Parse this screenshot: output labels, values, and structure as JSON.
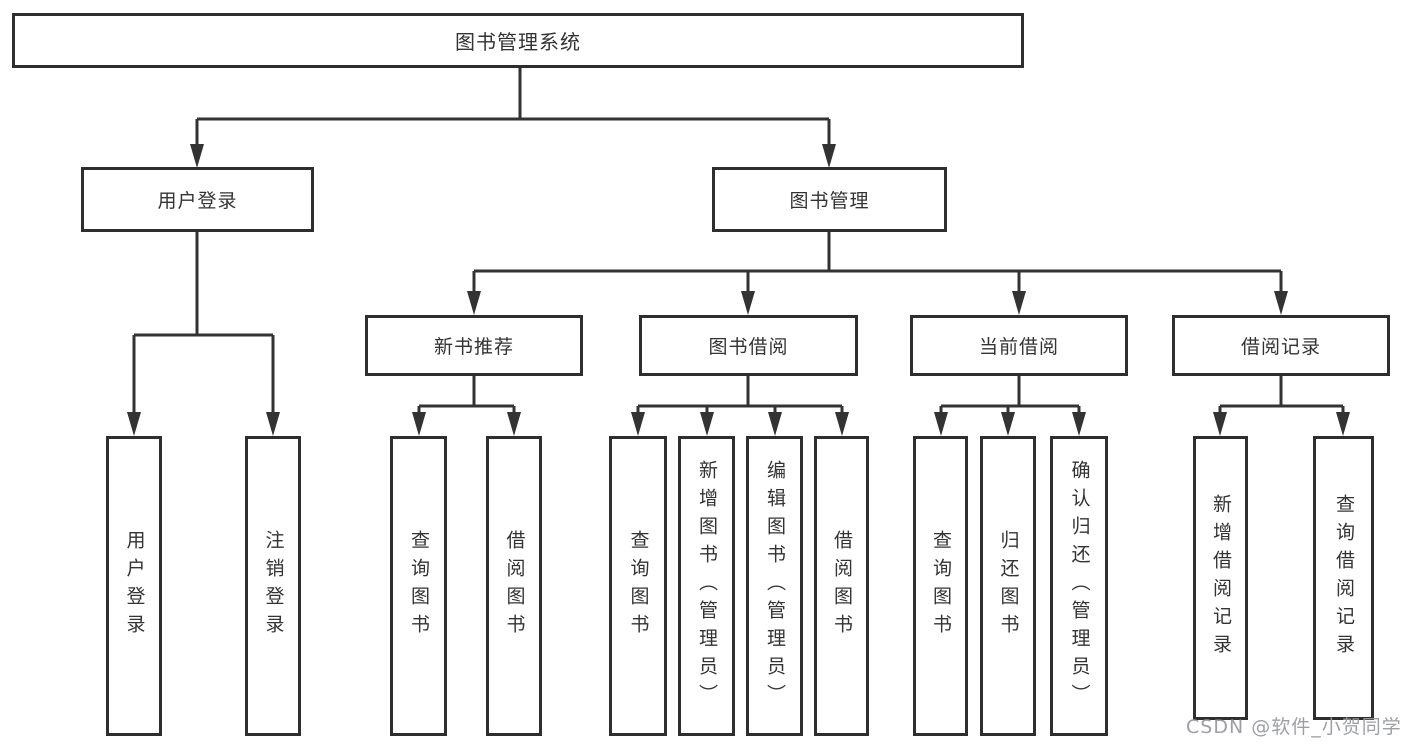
{
  "diagram": {
    "type": "tree",
    "orientation": "top-down"
  },
  "hierarchy": {
    "label": "图书管理系统",
    "children": [
      {
        "label": "用户登录",
        "children": [
          {
            "label": "用户登录"
          },
          {
            "label": "注销登录"
          }
        ]
      },
      {
        "label": "图书管理",
        "children": [
          {
            "label": "新书推荐",
            "children": [
              {
                "label": "查询图书"
              },
              {
                "label": "借阅图书"
              }
            ]
          },
          {
            "label": "图书借阅",
            "children": [
              {
                "label": "查询图书"
              },
              {
                "label": "新增图书（管理员）"
              },
              {
                "label": "编辑图书（管理员）"
              },
              {
                "label": "借阅图书"
              }
            ]
          },
          {
            "label": "当前借阅",
            "children": [
              {
                "label": "查询图书"
              },
              {
                "label": "归还图书"
              },
              {
                "label": "确认归还（管理员）"
              }
            ]
          },
          {
            "label": "借阅记录",
            "children": [
              {
                "label": "新增借阅记录"
              },
              {
                "label": "查询借阅记录"
              }
            ]
          }
        ]
      }
    ]
  },
  "watermark": {
    "text": "CSDN @软件_小贺同学"
  },
  "colors": {
    "line": "#333333",
    "box_border": "#2e2e2e",
    "text": "#333333",
    "background": "#ffffff",
    "watermark": "#989a9e"
  }
}
